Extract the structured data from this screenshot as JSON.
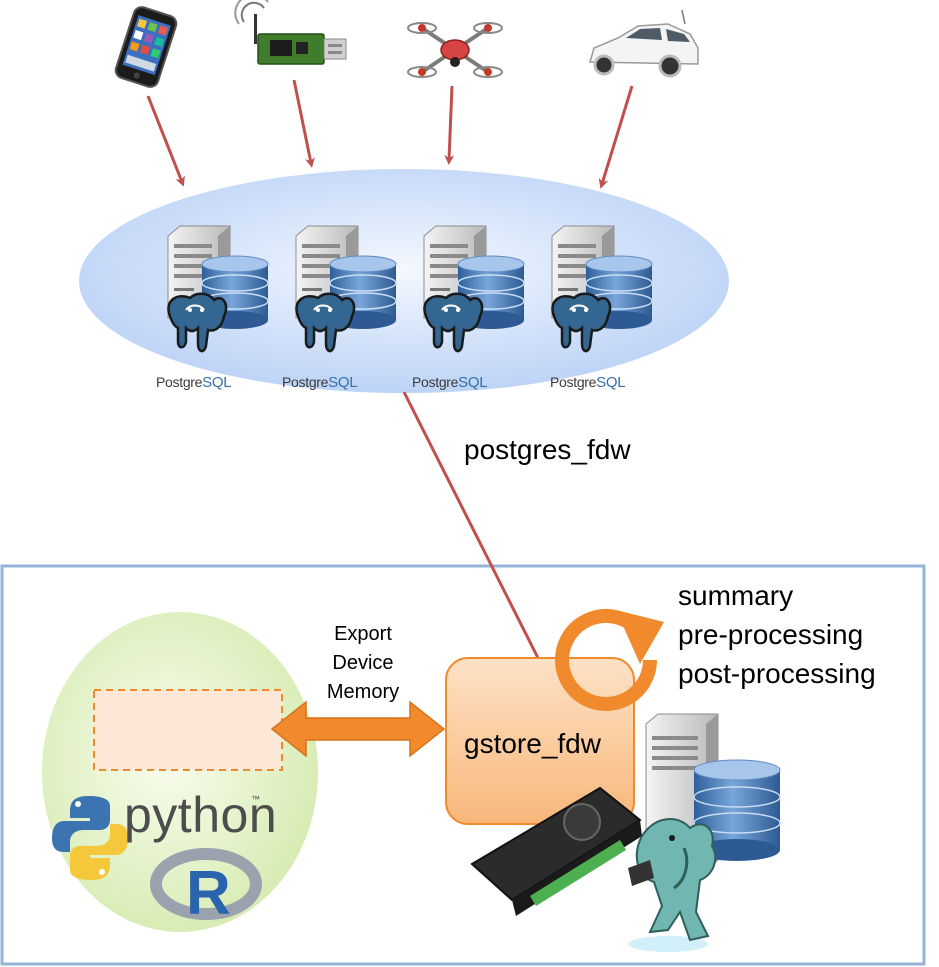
{
  "labels": {
    "fdw_link": "postgres_fdw",
    "export": [
      "Export",
      "Device",
      "Memory"
    ],
    "gstore": "gstore_fdw",
    "operations": [
      "summary",
      "pre-processing",
      "post-processing"
    ]
  },
  "servers": [
    {
      "brand": "Postgre",
      "brand_suffix": "SQL"
    },
    {
      "brand": "Postgre",
      "brand_suffix": "SQL"
    },
    {
      "brand": "Postgre",
      "brand_suffix": "SQL"
    },
    {
      "brand": "Postgre",
      "brand_suffix": "SQL"
    }
  ],
  "devices": [
    "smartphone-icon",
    "iot-board-icon",
    "drone-icon",
    "car-icon"
  ],
  "logos": {
    "python": "python",
    "python_tm": "™",
    "r": "R"
  },
  "colors": {
    "arrow": "#c0504d",
    "cloud": "#cfe0fb",
    "host_box_border": "#95b3d7",
    "gstore_box": "#fbc99b",
    "orange": "#f08a2c",
    "client_blob": "#e2f2c2"
  }
}
